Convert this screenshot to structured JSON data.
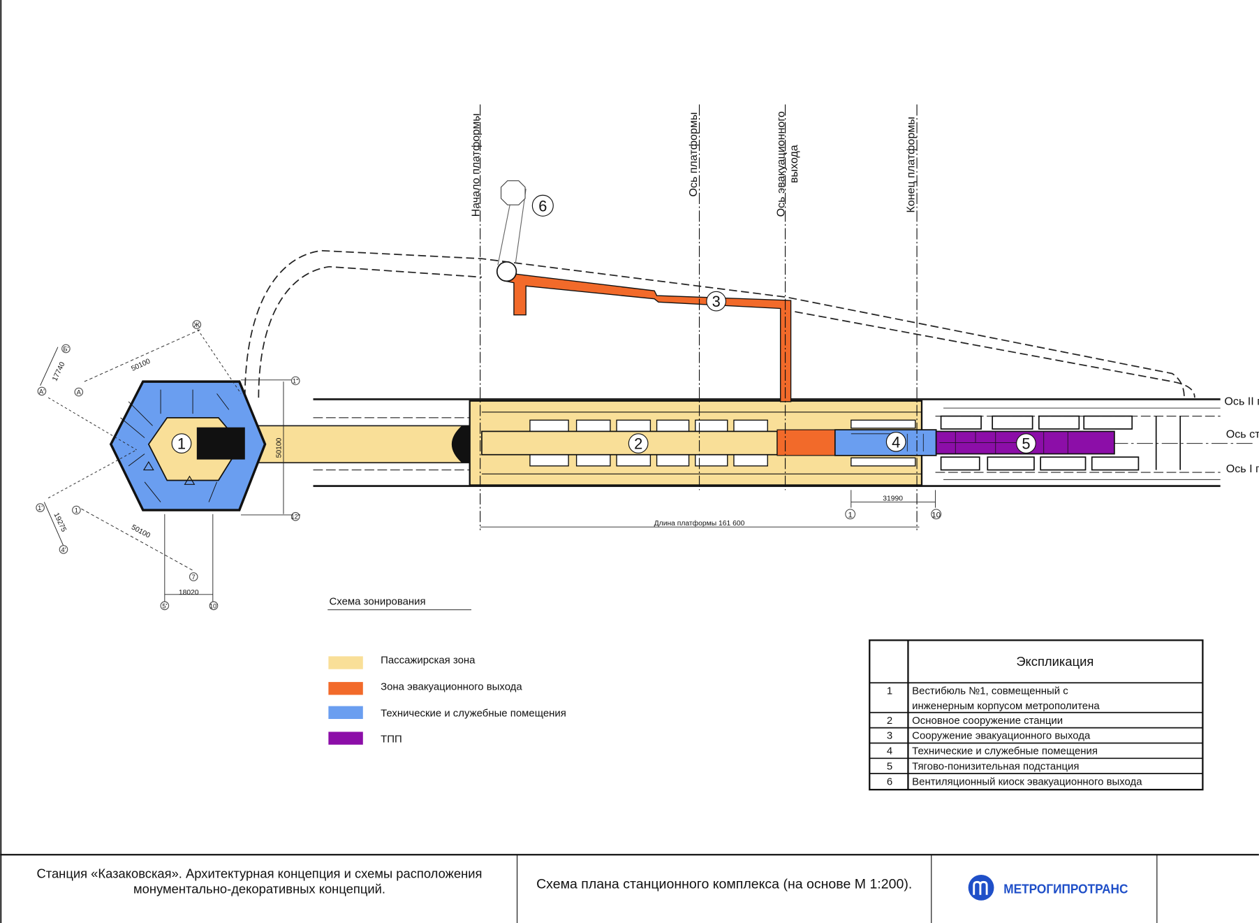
{
  "axes": {
    "platform_start": "Начало платформы",
    "platform_axis": "Ось платформы",
    "evac_axis_line1": "Ось эвакуационного",
    "evac_axis_line2": "выхода",
    "platform_end": "Конец платформы",
    "track_ii": "Ось II п",
    "station_axis": "Ось ст",
    "track_i": "Ось I п"
  },
  "callouts": [
    "1",
    "2",
    "3",
    "4",
    "5",
    "6"
  ],
  "dimensions": {
    "d50100_top": "50100",
    "d17740": "17740",
    "d19275": "19275",
    "d50100_bottom": "50100",
    "d18020": "18020",
    "d50100_vert": "50100",
    "d31990": "31990",
    "platform_length": "Длина платформы 161 600"
  },
  "grid_marks": [
    "Ж",
    "Б'",
    "А'",
    "А",
    "1'",
    "1",
    "4'",
    "7",
    "5'",
    "10'",
    "1\"",
    "12\"",
    "1",
    "10"
  ],
  "legend": {
    "title": "Схема зонирования",
    "items": [
      {
        "label": "Пассажирская зона",
        "color": "#f9df98"
      },
      {
        "label": "Зона эвакуационного выхода",
        "color": "#f26a2a"
      },
      {
        "label": "Технические и служебные помещения",
        "color": "#6a9ef0"
      },
      {
        "label": "ТПП",
        "color": "#8c0ea8"
      }
    ]
  },
  "explication": {
    "title": "Экспликация",
    "rows": [
      {
        "num": "1",
        "line1": "Вестибюль №1, совмещенный с",
        "line2": "инженерным корпусом метрополитена"
      },
      {
        "num": "2",
        "line1": "Основное сооружение станции"
      },
      {
        "num": "3",
        "line1": "Сооружение эвакуационного выхода"
      },
      {
        "num": "4",
        "line1": "Технические и служебные помещения"
      },
      {
        "num": "5",
        "line1": "Тягово-понизительная подстанция"
      },
      {
        "num": "6",
        "line1": "Вентиляционный киоск эвакуационного выхода"
      }
    ]
  },
  "title_block": {
    "project_line1": "Станция «Казаковская». Архитектурная концепция и схемы расположения",
    "project_line2": "монументально-декоративных концепций.",
    "sheet_title": "Схема плана станционного комплекса (на основе М 1:200).",
    "company": "МЕТРОГИПРОТРАНС",
    "brand_color": "#1f4fc8"
  }
}
